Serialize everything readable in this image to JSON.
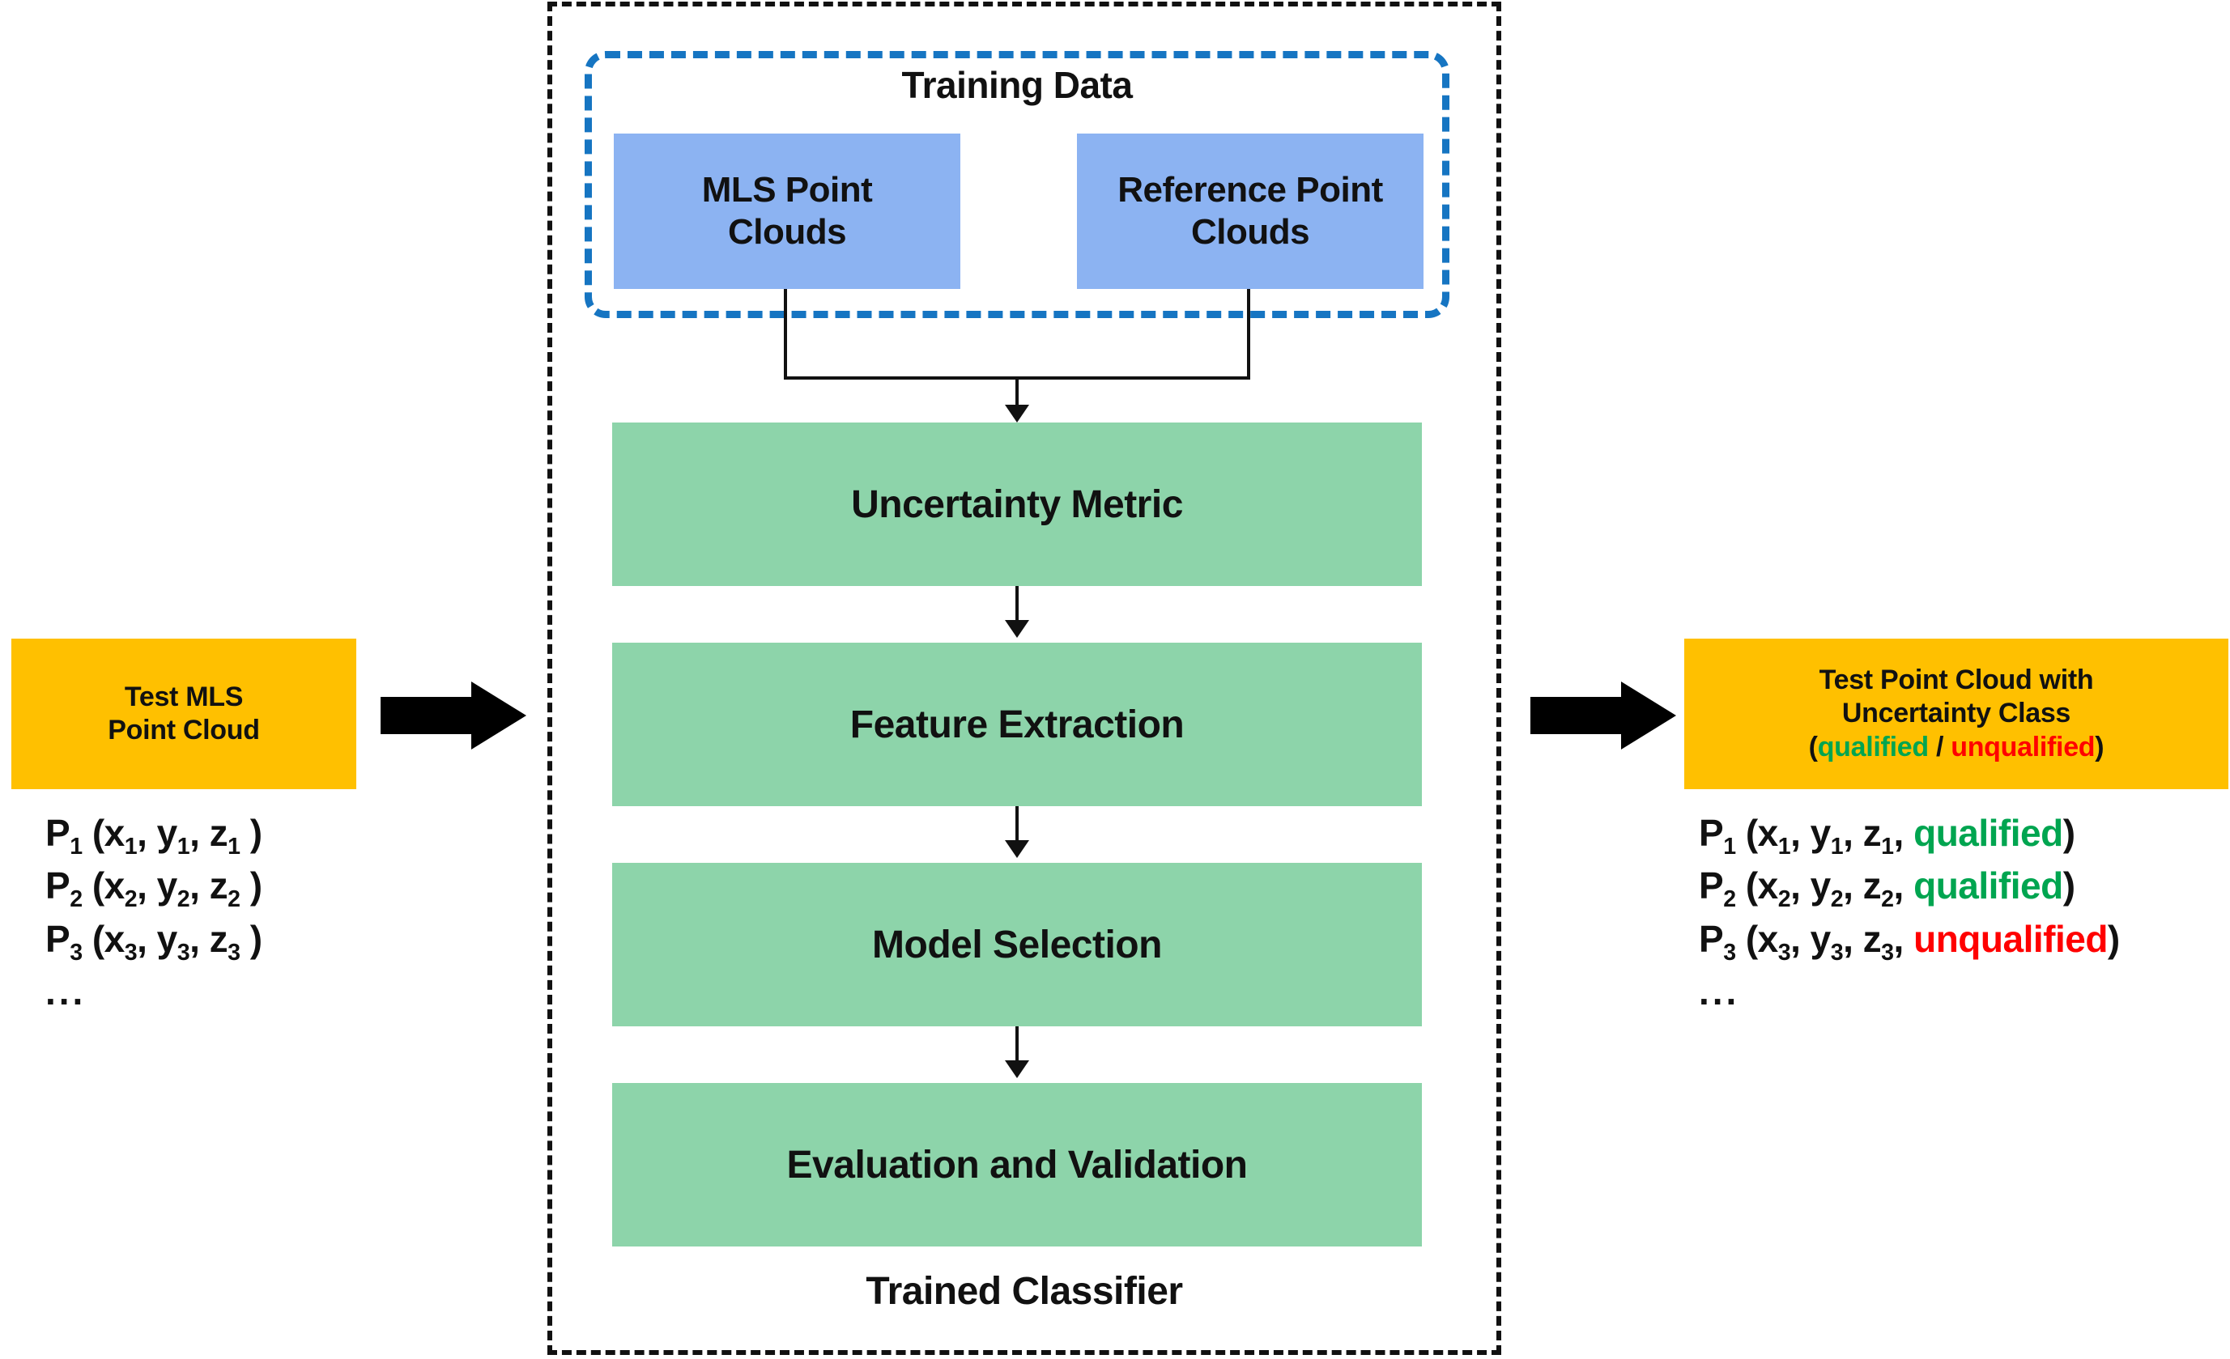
{
  "colors": {
    "source_box": "#8CB3F2",
    "stage_box": "#8DD4AA",
    "io_box": "#FFC000",
    "training_frame": "#1675c2",
    "classifier_frame": "#111111",
    "qualified": "#00A550",
    "unqualified": "#FF0000"
  },
  "classifier": {
    "caption": "Trained Classifier"
  },
  "training_data": {
    "title": "Training Data",
    "sources": [
      {
        "label": "MLS Point Clouds",
        "line1": "MLS Point",
        "line2": "Clouds"
      },
      {
        "label": "Reference Point Clouds",
        "line1": "Reference Point",
        "line2": "Clouds"
      }
    ]
  },
  "pipeline": {
    "stages": [
      {
        "label": "Uncertainty Metric"
      },
      {
        "label": "Feature Extraction"
      },
      {
        "label": "Model Selection"
      },
      {
        "label": "Evaluation and Validation"
      }
    ]
  },
  "input": {
    "box_line1": "Test MLS",
    "box_line2": "Point Cloud",
    "points": [
      {
        "p": "P",
        "idx": "1",
        "open": " (x",
        "xs": "1",
        "c1": ", y",
        "ys": "1",
        "c2": ", z",
        "zs": "1",
        "close": " )"
      },
      {
        "p": "P",
        "idx": "2",
        "open": " (x",
        "xs": "2",
        "c1": ", y",
        "ys": "2",
        "c2": ", z",
        "zs": "2",
        "close": " )"
      },
      {
        "p": "P",
        "idx": "3",
        "open": " (x",
        "xs": "3",
        "c1": ", y",
        "ys": "3",
        "c2": ", z",
        "zs": "3",
        "close": " )"
      }
    ],
    "ellipsis": "..."
  },
  "output": {
    "box_line1": "Test Point Cloud with",
    "box_line2": "Uncertainty Class",
    "box_line3_open": "(",
    "box_line3_qualified": "qualified",
    "box_line3_sep": " / ",
    "box_line3_unqualified": "unqualified",
    "box_line3_close": ")",
    "points": [
      {
        "p": "P",
        "idx": "1",
        "open": " (x",
        "xs": "1",
        "c1": ", y",
        "ys": "1",
        "c2": ", z",
        "zs": "1",
        "c3": ", ",
        "cls": "qualified",
        "cls_kind": "qualified",
        "close": ")"
      },
      {
        "p": "P",
        "idx": "2",
        "open": " (x",
        "xs": "2",
        "c1": ", y",
        "ys": "2",
        "c2": ", z",
        "zs": "2",
        "c3": ", ",
        "cls": "qualified",
        "cls_kind": "qualified",
        "close": ")"
      },
      {
        "p": "P",
        "idx": "3",
        "open": " (x",
        "xs": "3",
        "c1": ", y",
        "ys": "3",
        "c2": ", z",
        "zs": "3",
        "c3": ", ",
        "cls": "unqualified",
        "cls_kind": "unqualified",
        "close": ")"
      }
    ],
    "ellipsis": "..."
  },
  "arrows": {
    "input_arrow": "block-arrow-right",
    "output_arrow": "block-arrow-right"
  }
}
